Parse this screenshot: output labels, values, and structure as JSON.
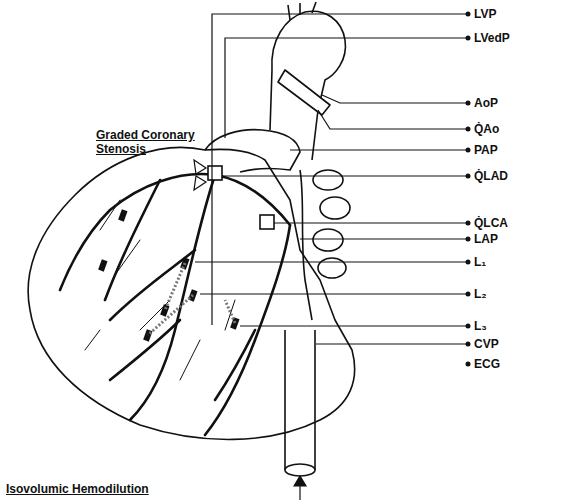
{
  "diagram": {
    "labels": [
      "LVP",
      "LVedP",
      "AoP",
      "Q̇Ao",
      "PAP",
      "Q̇LAD",
      "Q̇LCA",
      "LAP",
      "L₁",
      "L₂",
      "L₃",
      "CVP",
      "ECG",
      "Graded Coronary Stenosis",
      "Isovolumic Hemodilution"
    ]
  }
}
